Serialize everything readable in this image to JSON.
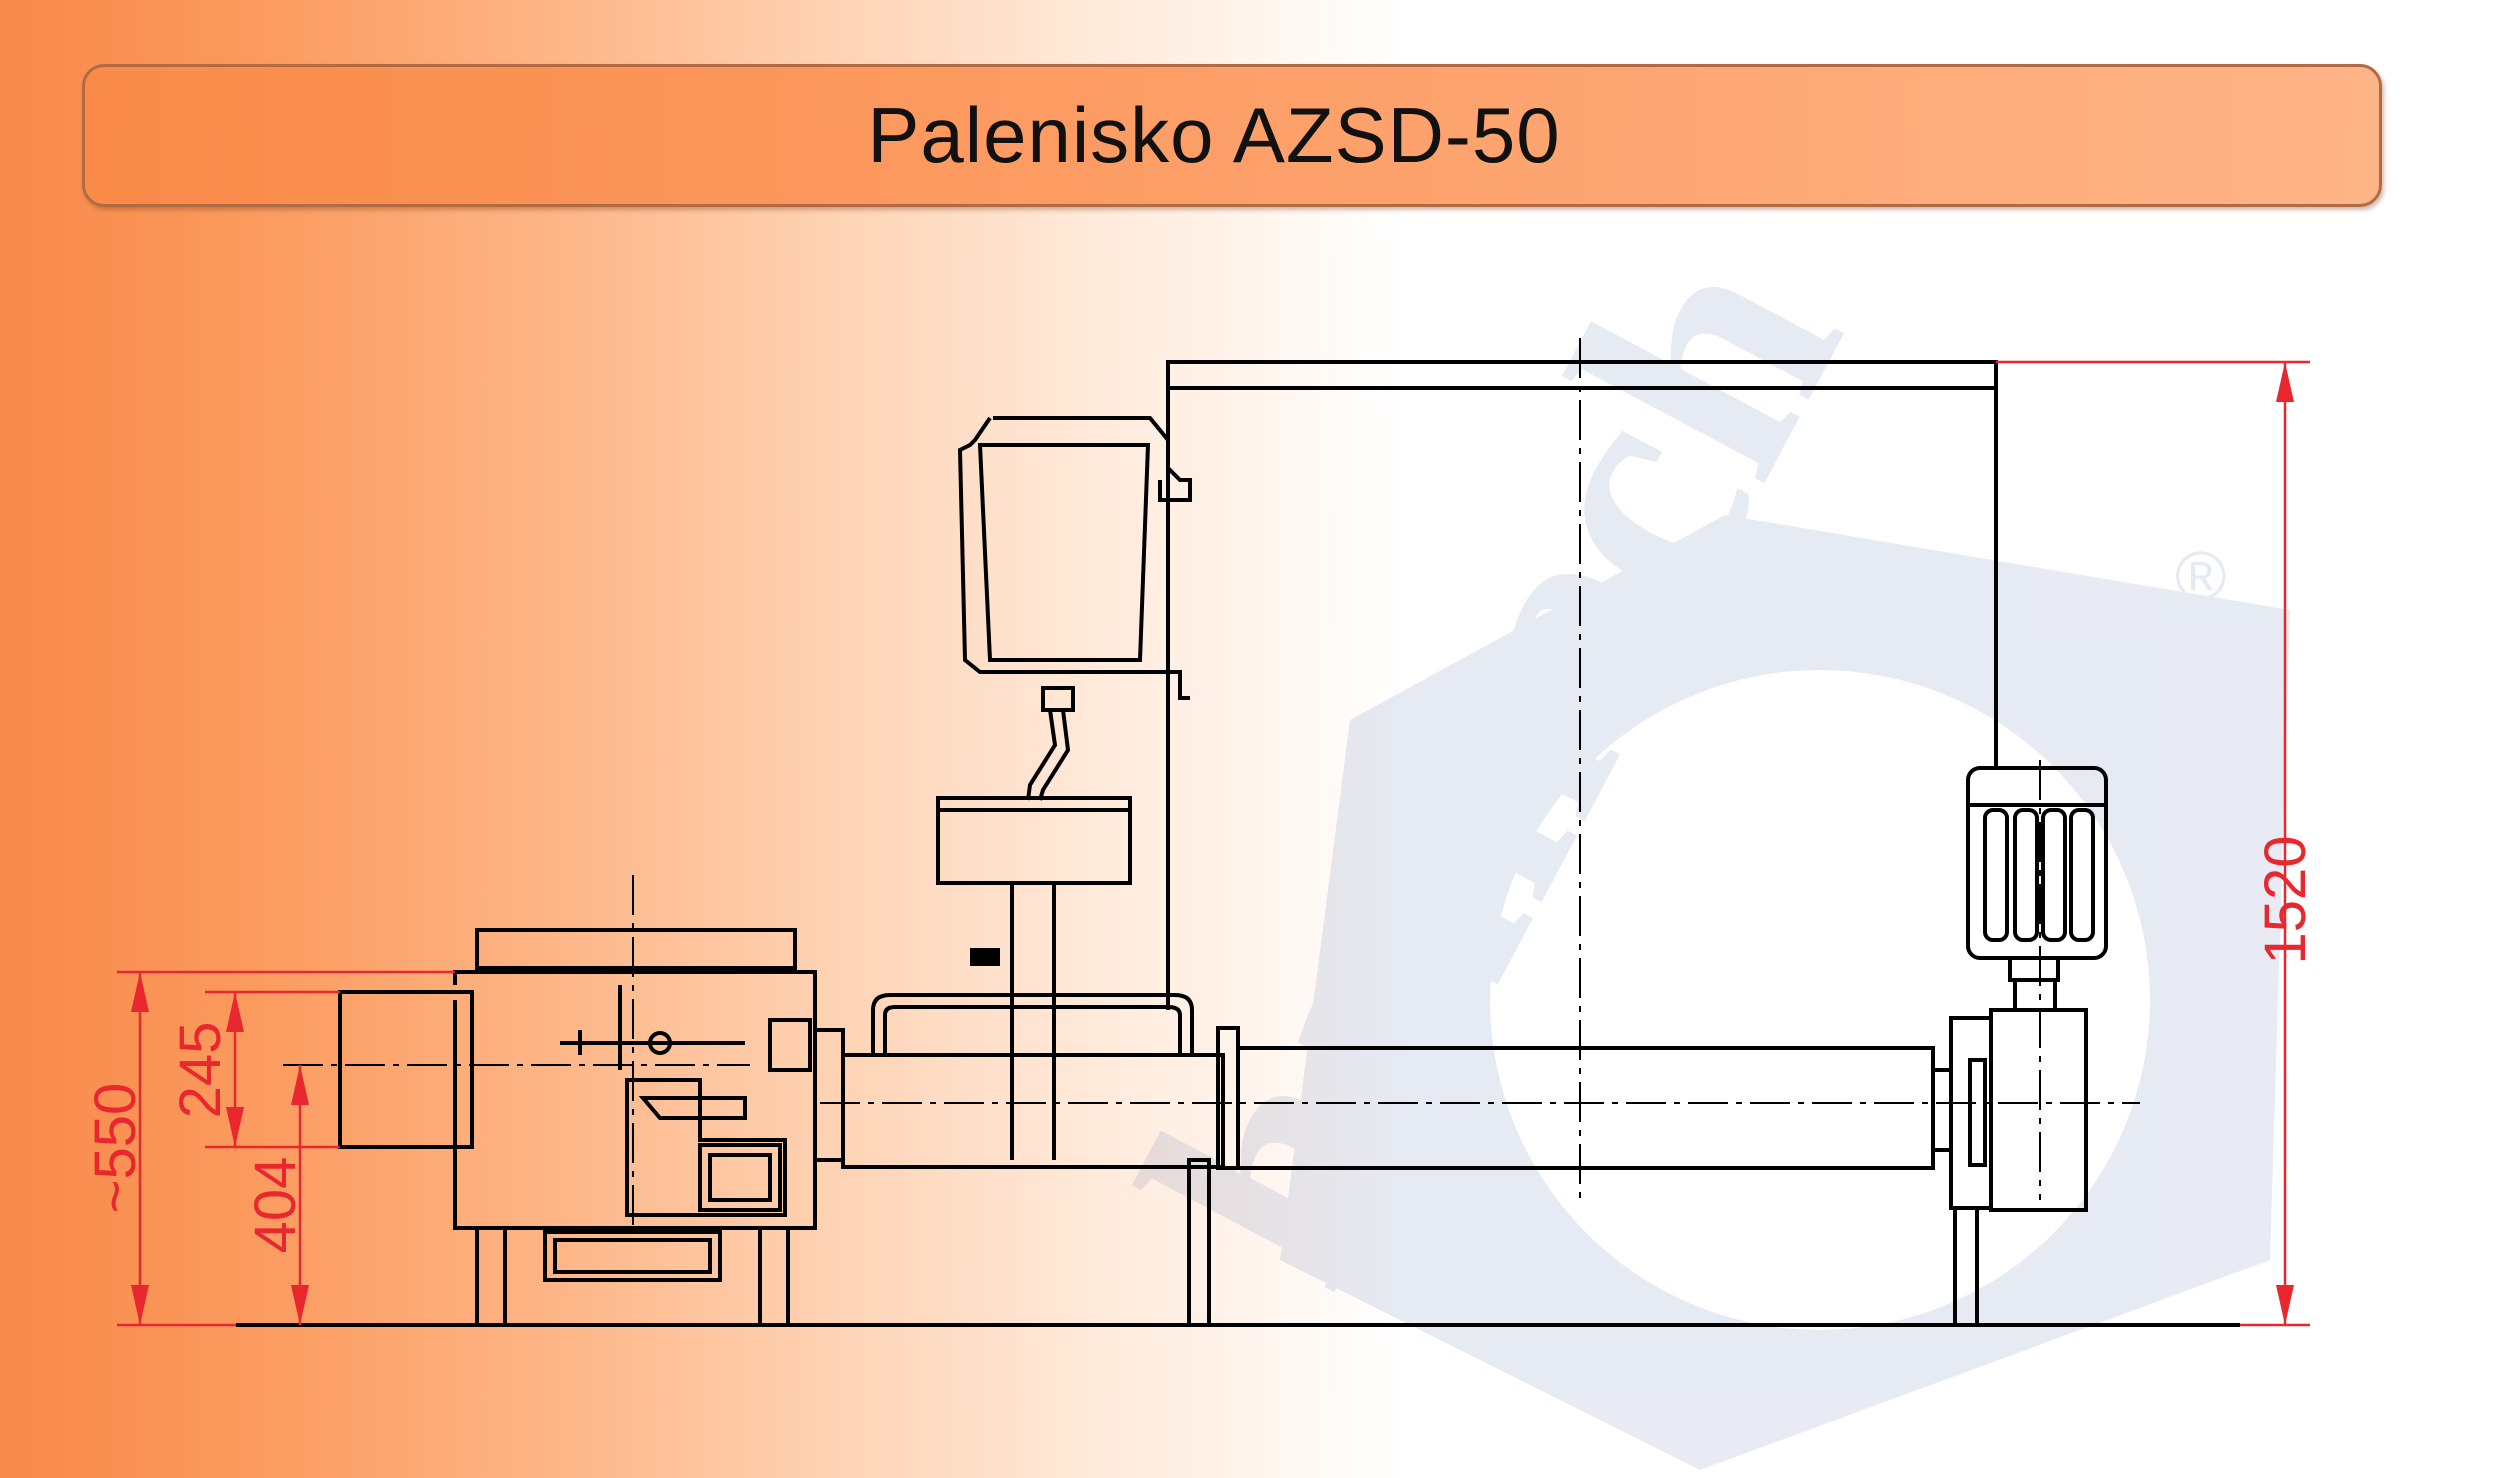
{
  "title": "Palenisko AZSD-50",
  "watermark": {
    "brand": "hamech",
    "registered_mark": "®",
    "color": "#4a63a8"
  },
  "dimensions": {
    "height_total": "1520",
    "approx_height": "~550",
    "height_404": "404",
    "height_245": "245"
  },
  "colors": {
    "drawing_line": "#000000",
    "dimension": "#e8282e",
    "title_bar": "#fb9456"
  }
}
